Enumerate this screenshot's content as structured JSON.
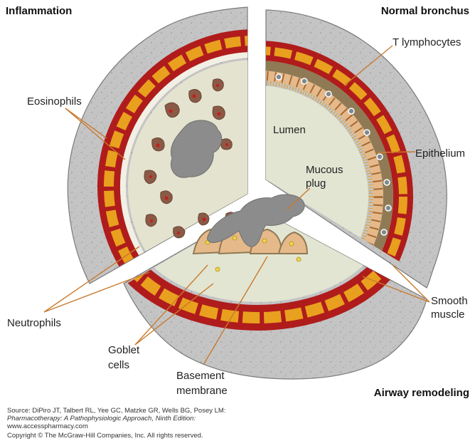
{
  "titles": {
    "inflammation": "Inflammation",
    "normal": "Normal bronchus",
    "remodeling": "Airway remodeling"
  },
  "labels": {
    "t_lymphocytes": "T lymphocytes",
    "eosinophils": "Eosinophils",
    "lumen": "Lumen",
    "epithelium": "Epithelium",
    "mucous_1": "Mucous",
    "mucous_2": "plug",
    "neutrophils": "Neutrophils",
    "smooth_1": "Smooth",
    "smooth_2": "muscle",
    "goblet_1": "Goblet",
    "goblet_2": "cells",
    "basement_1": "Basement",
    "basement_2": "membrane"
  },
  "source": {
    "line1": "Source: DiPiro JT, Talbert RL, Yee GC, Matzke GR, Wells BG, Posey LM:",
    "line2": "Pharmacotherapy: A Pathophysiologic Approach, Ninth Edition:",
    "line3": "www.accesspharmacy.com",
    "line4": "Copyright © The McGraw-Hill Companies, Inc. All rights reserved."
  },
  "colors": {
    "tissue": "#c4c4c4",
    "tissue_outline": "#7a7a7a",
    "muscle_red": "#b01c1c",
    "muscle_orange": "#e8a01e",
    "lumen": "#e2e5d2",
    "epithelium": "#e6b98a",
    "basement": "#8f7a55",
    "mucus": "#8c8c8c",
    "leader_line": "#c87a2e"
  }
}
